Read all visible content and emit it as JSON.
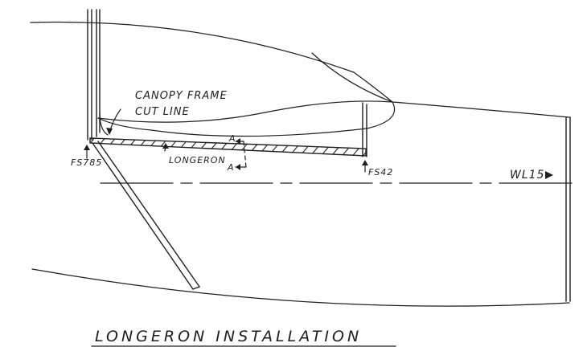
{
  "title": "LONGERON INSTALLATION",
  "labels": {
    "canopy_frame_line1": "CANOPY FRAME",
    "canopy_frame_line2": "CUT LINE",
    "longeron": "LONGERON",
    "section_a_top": "A",
    "section_a_bottom": "A",
    "fs_aft_station": "FS785",
    "fs_fwd_station": "FS42",
    "waterline": "WL15"
  },
  "colors": {
    "ink": "#1e1e1e",
    "background": "#ffffff"
  }
}
